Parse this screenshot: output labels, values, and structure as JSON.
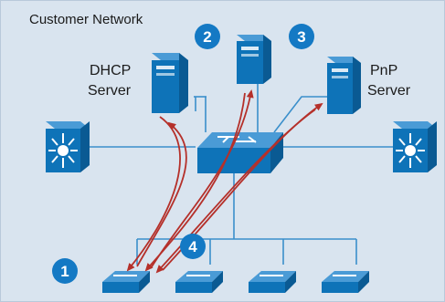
{
  "network": {
    "title": "Customer Network",
    "background_color": "#d9e4ef"
  },
  "servers": {
    "dhcp": {
      "line1": "DHCP",
      "line2": "Server"
    },
    "pnp": {
      "line1": "PnP",
      "line2": "Server"
    }
  },
  "steps": [
    "1",
    "2",
    "3",
    "4"
  ],
  "colors": {
    "device_blue": "#0e73b8",
    "device_dark": "#0a5a93",
    "link_line": "#3a8fcb",
    "arrow_red": "#b5302a",
    "badge_blue": "#1479c4"
  },
  "icons": [
    "server-icon",
    "core-switch-icon",
    "access-switch-icon",
    "layer3-switch-icon"
  ]
}
